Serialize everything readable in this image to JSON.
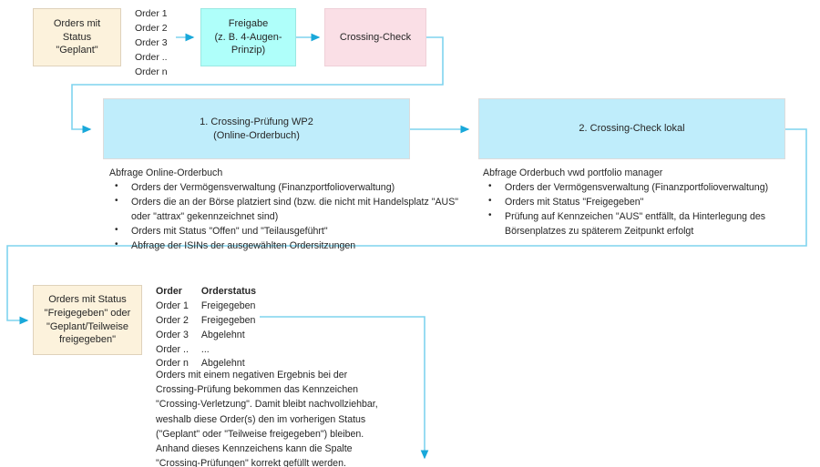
{
  "diagram": {
    "title": "Crossing-Pruefung Prozessdiagramm",
    "colors": {
      "beige_fill": "#FCF2DC",
      "beige_border": "#DFD2BB",
      "cyan_fill": "#AFFFFA",
      "pink_fill": "#FADFE6",
      "blue_fill": "#BFEDFB",
      "connector": "#7FD4EE",
      "text": "#262626"
    }
  },
  "nodes": {
    "orders_geplant": "Orders mit\nStatus\n\"Geplant\"",
    "freigabe": "Freigabe\n(z. B. 4-Augen-\nPrinzip)",
    "crossing_check": "Crossing-Check",
    "step1": "1. Crossing-Prüfung WP2\n(Online-Orderbuch)",
    "step2": "2. Crossing-Check lokal",
    "orders_freigegeben": "Orders mit Status\n\"Freigegeben\" oder\n\"Geplant/Teilweise\nfreigegeben\""
  },
  "order_list": [
    "Order 1",
    "Order 2",
    "Order 3",
    "Order ..",
    "Order n"
  ],
  "left_notes": {
    "heading": "Abfrage Online-Orderbuch",
    "items": [
      "Orders der Vermögensverwaltung (Finanzportfolioverwaltung)",
      "Orders die an der Börse platziert sind (bzw. die nicht mit Handelsplatz \"AUS\" oder \"attrax\" gekennzeichnet sind)",
      "Orders mit Status \"Offen\" und \"Teilausgeführt\"",
      "Abfrage der ISINs der ausgewählten Ordersitzungen"
    ]
  },
  "right_notes": {
    "heading": "Abfrage Orderbuch vwd portfolio manager",
    "items": [
      "Orders der Vermögensverwaltung (Finanzportfolioverwaltung)",
      "Orders mit Status \"Freigegeben\"",
      "Prüfung auf Kennzeichen \"AUS\" entfällt, da Hinterlegung des Börsenplatzes zu späterem Zeitpunkt erfolgt"
    ]
  },
  "order_status_table": {
    "headers": [
      "Order",
      "Orderstatus"
    ],
    "rows": [
      [
        "Order 1",
        "Freigegeben"
      ],
      [
        "Order 2",
        "Freigegeben"
      ],
      [
        "Order 3",
        "Abgelehnt"
      ],
      [
        "Order ..",
        "..."
      ],
      [
        "Order n",
        "Abgelehnt"
      ]
    ]
  },
  "bottom_note": "Orders mit einem negativen Ergebnis bei der\nCrossing-Prüfung bekommen das Kennzeichen\n\"Crossing-Verletzung\". Damit bleibt nachvollziehbar,\nweshalb diese Order(s) den im vorherigen Status\n(\"Geplant\" oder \"Teilweise freigegeben\") bleiben.\nAnhand dieses Kennzeichens kann die Spalte\n\"Crossing-Prüfungen\" korrekt gefüllt werden."
}
